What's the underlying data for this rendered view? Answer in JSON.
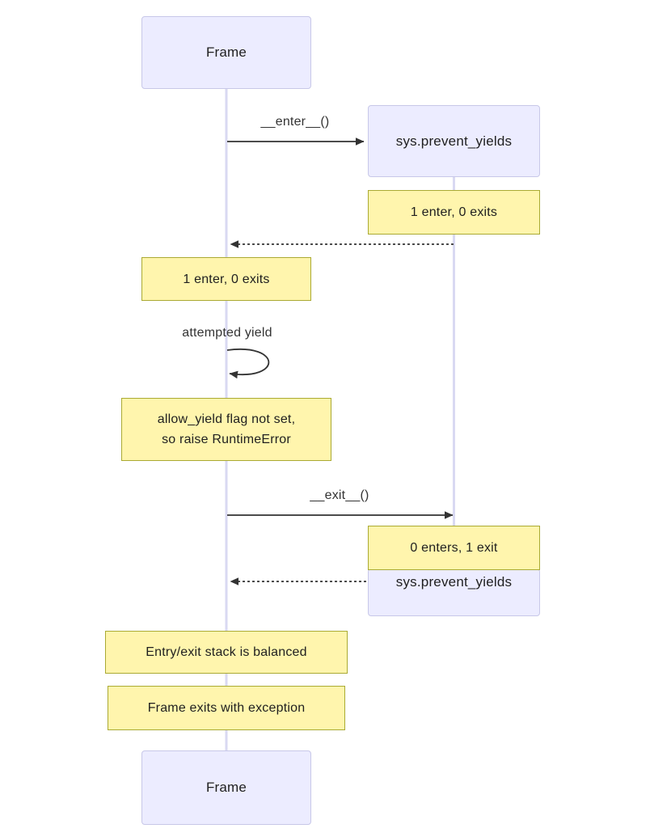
{
  "diagram": {
    "type": "sequence-diagram",
    "actors": [
      {
        "id": "frame",
        "label": "Frame"
      },
      {
        "id": "sys_prevent_yields",
        "label": "sys.prevent_yields"
      }
    ],
    "messages": [
      {
        "label": "__enter__()",
        "from": "frame",
        "to": "sys_prevent_yields",
        "style": "solid"
      },
      {
        "label": "",
        "from": "sys_prevent_yields",
        "to": "frame",
        "style": "dashed"
      },
      {
        "label": "attempted yield",
        "from": "frame",
        "to": "frame",
        "style": "self"
      },
      {
        "label": "__exit__()",
        "from": "frame",
        "to": "sys_prevent_yields",
        "style": "solid"
      },
      {
        "label": "",
        "from": "sys_prevent_yields",
        "to": "frame",
        "style": "dashed"
      }
    ],
    "notes": [
      {
        "over": "sys_prevent_yields",
        "text": "1 enter, 0 exits"
      },
      {
        "over": "frame",
        "text": "1 enter, 0 exits"
      },
      {
        "over": "frame",
        "lines": [
          "allow_yield flag not set,",
          "so raise RuntimeError"
        ]
      },
      {
        "over": "sys_prevent_yields",
        "text": "0 enters, 1 exit"
      },
      {
        "over": "frame",
        "text": "Entry/exit stack is balanced"
      },
      {
        "over": "frame",
        "text": "Frame exits with exception"
      }
    ],
    "colors": {
      "actor_fill": "#ECECFF",
      "actor_border": "#c8c8e8",
      "note_fill": "#fff5ad",
      "note_border": "#aaaa33",
      "lifeline": "#d9d9f2",
      "message": "#333333"
    }
  }
}
